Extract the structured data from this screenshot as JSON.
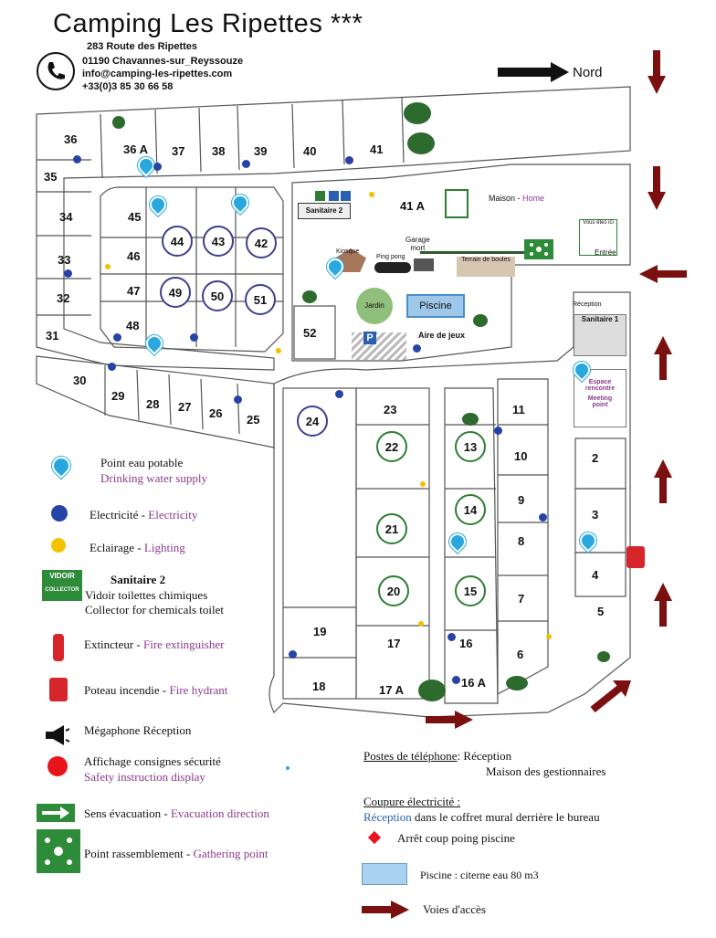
{
  "header": {
    "title": "Camping Les Ripettes ***",
    "address_line1": "283 Route des Ripettes",
    "address_line2": "01190 Chavannes-sur_Reyssouze",
    "email": "info@camping-les-ripettes.com",
    "phone": "+33(0)3 85 30 66 58"
  },
  "map": {
    "north_label": "Nord",
    "entrance_label": "Entrée",
    "lots": [
      "36",
      "36 A",
      "37",
      "38",
      "39",
      "40",
      "41",
      "35",
      "34",
      "33",
      "32",
      "31",
      "45",
      "46",
      "47",
      "48",
      "30",
      "29",
      "28",
      "27",
      "26",
      "25",
      "41 A",
      "52",
      "23",
      "11",
      "10",
      "9",
      "8",
      "7",
      "6",
      "2",
      "3",
      "4",
      "5",
      "19",
      "17",
      "16",
      "18",
      "17 A",
      "16 A"
    ],
    "ring_lots": [
      "44",
      "43",
      "42",
      "49",
      "50",
      "51",
      "24",
      "22",
      "13",
      "21",
      "14",
      "20",
      "15"
    ],
    "buildings": {
      "sanitaire2": "Sanitaire 2",
      "maison": "Maison",
      "home": "Home",
      "garage": "Garage",
      "mort": "mort",
      "kiosque": "Kiosque",
      "pingpong": "Ping pong",
      "terrain": "Terrain de boules",
      "jardin": "Jardin",
      "piscine": "Piscine",
      "aire": "Aire de jeux",
      "parking": "P",
      "reception": "Réception",
      "sanitaire1": "Sanitaire 1",
      "espace1": "Espace",
      "espace2": "rencontre",
      "meeting1": "Meeting",
      "meeting2": "point",
      "vous_etes_ici": "Vous êtes ici"
    }
  },
  "legend": {
    "water": {
      "fr": "Point eau potable",
      "en": "Drinking water supply"
    },
    "electricity": {
      "fr": "Electricité",
      "en": "Electricity"
    },
    "lighting": {
      "fr": "Eclairage",
      "en": "Lighting"
    },
    "vidoir": {
      "badge1": "VIDOIR",
      "badge2": "COLLECTOR",
      "title": "Sanitaire 2",
      "fr": "Vidoir toilettes chimiques",
      "en": "Collector for chemicals toilet"
    },
    "extinguisher": {
      "fr": "Extincteur",
      "en": "Fire extinguisher"
    },
    "hydrant": {
      "fr": "Poteau incendie",
      "en": "Fire hydrant"
    },
    "megaphone": {
      "fr": "Mégaphone Réception"
    },
    "safety": {
      "fr": "Affichage consignes sécurité",
      "en": "Safety instruction display"
    },
    "evacuation": {
      "fr": "Sens évacuation",
      "en": "Evacuation direction"
    },
    "gathering": {
      "fr": "Point rassemblement",
      "en": "Gathering point"
    }
  },
  "info": {
    "phones_title": "Postes de téléphone",
    "phones_line1": ": Réception",
    "phones_line2": "Maison des gestionnaires",
    "cut_title": "Coupure électricité :",
    "cut_reception": "Réception",
    "cut_text": " dans le coffret mural derrière le bureau",
    "pool_stop": "Arrêt coup poing piscine",
    "pool_tank": "Piscine  : citerne eau  80 m3",
    "access": "Voies d'accès"
  },
  "colors": {
    "access_arrow": "#7b1010",
    "legend_purple": "#8b3a8b",
    "evac_green": "#2e8b3a",
    "water_blue": "#29a8e0",
    "elec_blue": "#2743a8",
    "light_yellow": "#f2c200"
  }
}
